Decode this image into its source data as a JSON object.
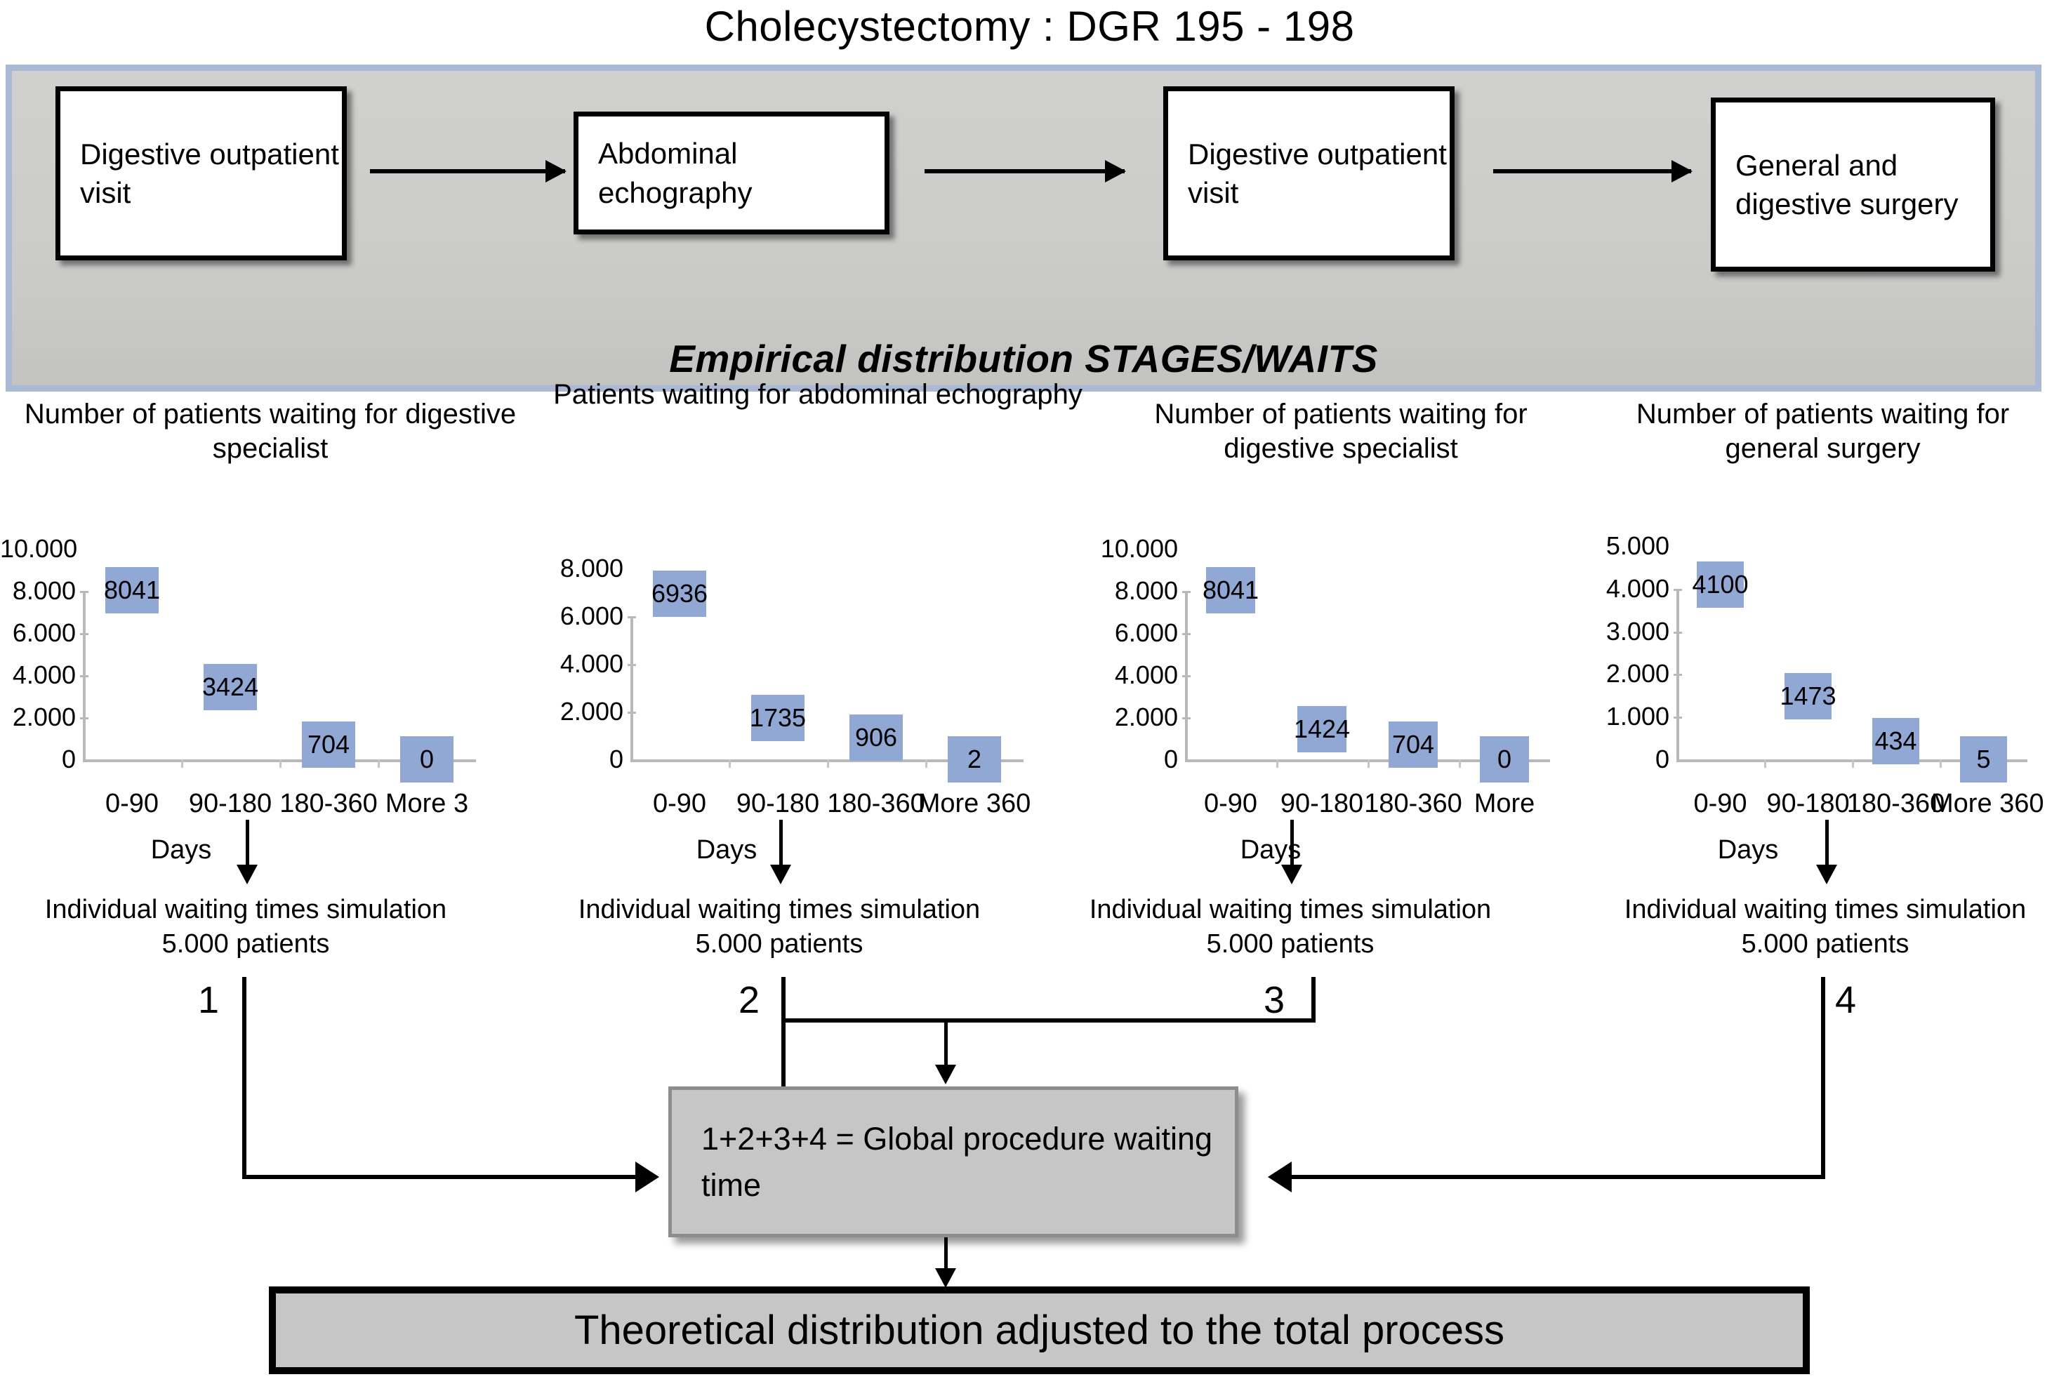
{
  "title": "Cholecystectomy : DGR 195 - 198",
  "banner": {
    "caption": "Empirical distribution STAGES/WAITS",
    "boxes": [
      {
        "label": "Digestive outpatient visit"
      },
      {
        "label": "Abdominal echography"
      },
      {
        "label": "Digestive outpatient visit"
      },
      {
        "label": "General and digestive surgery"
      }
    ]
  },
  "chart_data": [
    {
      "type": "bar",
      "title": "Number of patients waiting for digestive specialist",
      "categories": [
        "0-90",
        "90-180",
        "180-360",
        "More 3"
      ],
      "values": [
        8041,
        3424,
        704,
        0
      ],
      "yticks": [
        "0",
        "2.000",
        "4.000",
        "6.000",
        "8.000",
        "10.000"
      ],
      "ytick_values": [
        0,
        2000,
        4000,
        6000,
        8000,
        10000
      ],
      "ylim": [
        0,
        10000
      ],
      "xlabel": "Days",
      "ylabel": "",
      "grid": false,
      "legend": "none"
    },
    {
      "type": "bar",
      "title": "Patients waiting for abdominal echography",
      "categories": [
        "0-90",
        "90-180",
        "180-360",
        "More 360"
      ],
      "values": [
        6936,
        1735,
        906,
        2
      ],
      "yticks": [
        "0",
        "2.000",
        "4.000",
        "6.000",
        "8.000"
      ],
      "ytick_values": [
        0,
        2000,
        4000,
        6000,
        8000
      ],
      "ylim": [
        0,
        8000
      ],
      "xlabel": "Days",
      "ylabel": "",
      "grid": false,
      "legend": "none"
    },
    {
      "type": "bar",
      "title": "Number of patients waiting for digestive specialist",
      "categories": [
        "0-90",
        "90-180",
        "180-360",
        "More"
      ],
      "values": [
        8041,
        1424,
        704,
        0
      ],
      "yticks": [
        "0",
        "2.000",
        "4.000",
        "6.000",
        "8.000",
        "10.000"
      ],
      "ytick_values": [
        0,
        2000,
        4000,
        6000,
        8000,
        10000
      ],
      "ylim": [
        0,
        10000
      ],
      "xlabel": "Days",
      "ylabel": "",
      "grid": false,
      "legend": "none"
    },
    {
      "type": "bar",
      "title": "Number of patients waiting for general surgery",
      "categories": [
        "0-90",
        "90-180",
        "180-360",
        "More 360"
      ],
      "values": [
        4100,
        1473,
        434,
        5
      ],
      "yticks": [
        "0",
        "1.000",
        "2.000",
        "3.000",
        "4.000",
        "5.000"
      ],
      "ytick_values": [
        0,
        1000,
        2000,
        3000,
        4000,
        5000
      ],
      "ylim": [
        0,
        5000
      ],
      "xlabel": "Days",
      "ylabel": "",
      "grid": false,
      "legend": "none"
    }
  ],
  "simulation_notes": [
    "Individual waiting times simulation 5.000 patients",
    "Individual waiting times simulation 5.000 patients",
    "Individual waiting times simulation 5.000 patients",
    "Individual waiting times simulation 5.000 patients"
  ],
  "connector_numbers": [
    "1",
    "2",
    "3",
    "4"
  ],
  "global_box": "1+2+3+4 = Global procedure waiting time",
  "final_box": "Theoretical distribution adjusted to the total process",
  "colors": {
    "bar_fill": "#92a8d4",
    "banner_fill": "#ccccca",
    "banner_border": "#a9b8d3",
    "summary_fill": "#c6c6c6",
    "axis_line": "#b9b9b9"
  }
}
